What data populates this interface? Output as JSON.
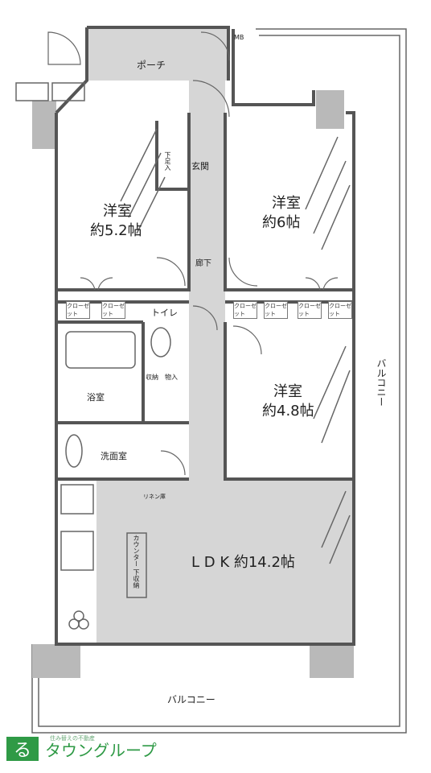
{
  "rooms": {
    "porch": "ポーチ",
    "entrance": "玄関",
    "hallway": "廊下",
    "western_room_1": {
      "name": "洋室",
      "size": "約5.2帖"
    },
    "western_room_2": {
      "name": "洋室",
      "size": "約6帖"
    },
    "western_room_3": {
      "name": "洋室",
      "size": "約4.8帖"
    },
    "toilet": "トイレ",
    "bathroom": "浴室",
    "washroom": "洗面室",
    "ldk": "L D K 約14.2帖",
    "balcony_bottom": "バルコニー",
    "balcony_side": "バルコニー"
  },
  "labels": {
    "mb": "MB",
    "shoe_cabinet": "下足入",
    "counter": "カウンター 下収納",
    "linen": "リネン庫",
    "storage_a": "収納",
    "storage_b": "物入",
    "closet": "クローゼット"
  },
  "logo": {
    "mark": "る",
    "text": "タウングループ",
    "sub": "住み替えの不動産"
  },
  "colors": {
    "wall": "#555555",
    "floor_grey": "#d6d6d6",
    "balcony_grey": "#b9b9b9",
    "brand": "#2f9a46"
  }
}
